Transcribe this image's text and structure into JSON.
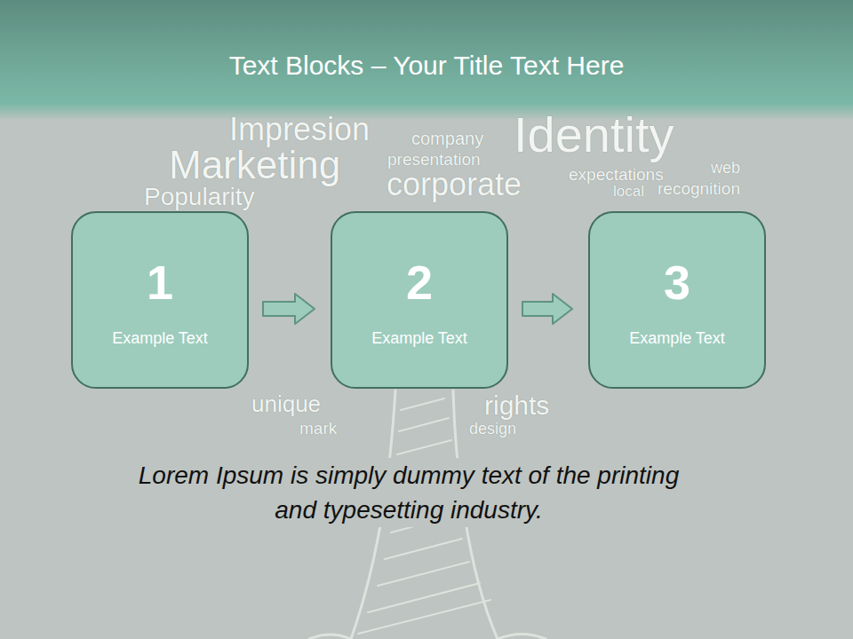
{
  "diagram": {
    "title": "Text Blocks – Your Title Text Here",
    "caption": "Lorem Ipsum is simply dummy text of the printing and typesetting industry.",
    "nodes": [
      {
        "text": [
          "1",
          "Example Text"
        ]
      },
      {
        "text": [
          "2",
          "Example Text"
        ]
      },
      {
        "text": [
          "3",
          "Example Text"
        ]
      }
    ],
    "edges": [
      {
        "from": 0,
        "to": 1,
        "arrow": "to"
      },
      {
        "from": 1,
        "to": 2,
        "arrow": "to"
      }
    ],
    "labels": [
      "Impresion",
      "company",
      "Identity",
      "Marketing",
      "presentation",
      "corporate",
      "expectations",
      "web",
      "Popularity",
      "local",
      "recognition",
      "unique",
      "mark",
      "rights",
      "design"
    ]
  }
}
